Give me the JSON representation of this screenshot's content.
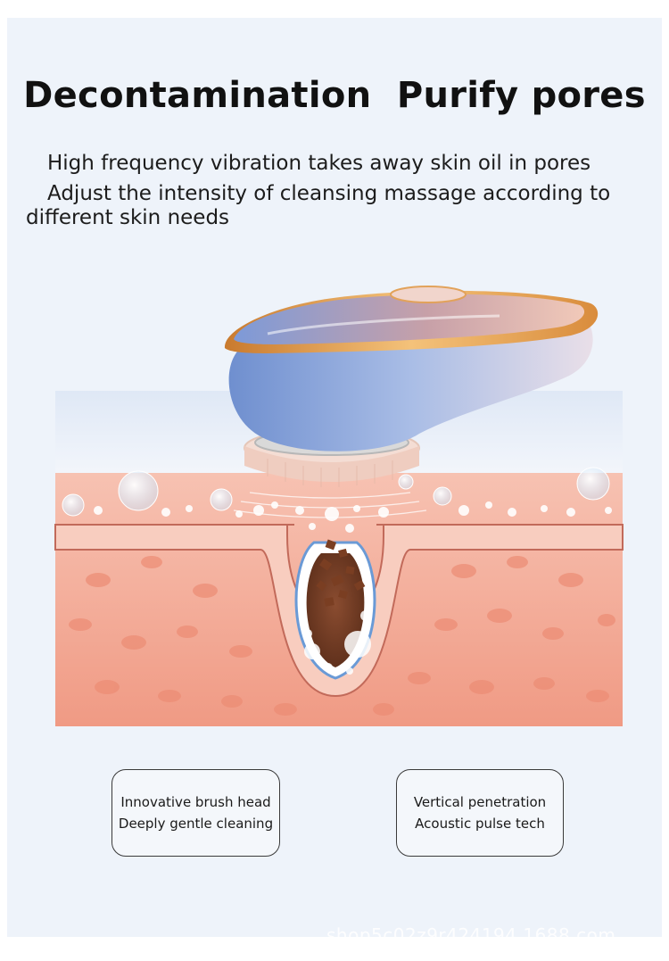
{
  "header": {
    "title": "Decontamination  Purify pores"
  },
  "description": {
    "line1": "High frequency vibration takes away skin oil in pores",
    "line2": "Adjust the intensity of cleansing massage according to",
    "line3": "different skin needs"
  },
  "features": [
    {
      "line1": "Innovative brush head",
      "line2": "Deeply gentle cleaning"
    },
    {
      "line1": "Vertical penetration",
      "line2": "Acoustic pulse tech"
    }
  ],
  "watermark": "shop5c02z9r424194.1688.com",
  "colors": {
    "panel_bg": "#eef3fa",
    "skin_surface": "#f5b7a6",
    "dermis": "#f2a08a",
    "device_blue": "#7f9fd8",
    "device_trim": "#e2a25a",
    "dirt": "#7a3e22"
  }
}
